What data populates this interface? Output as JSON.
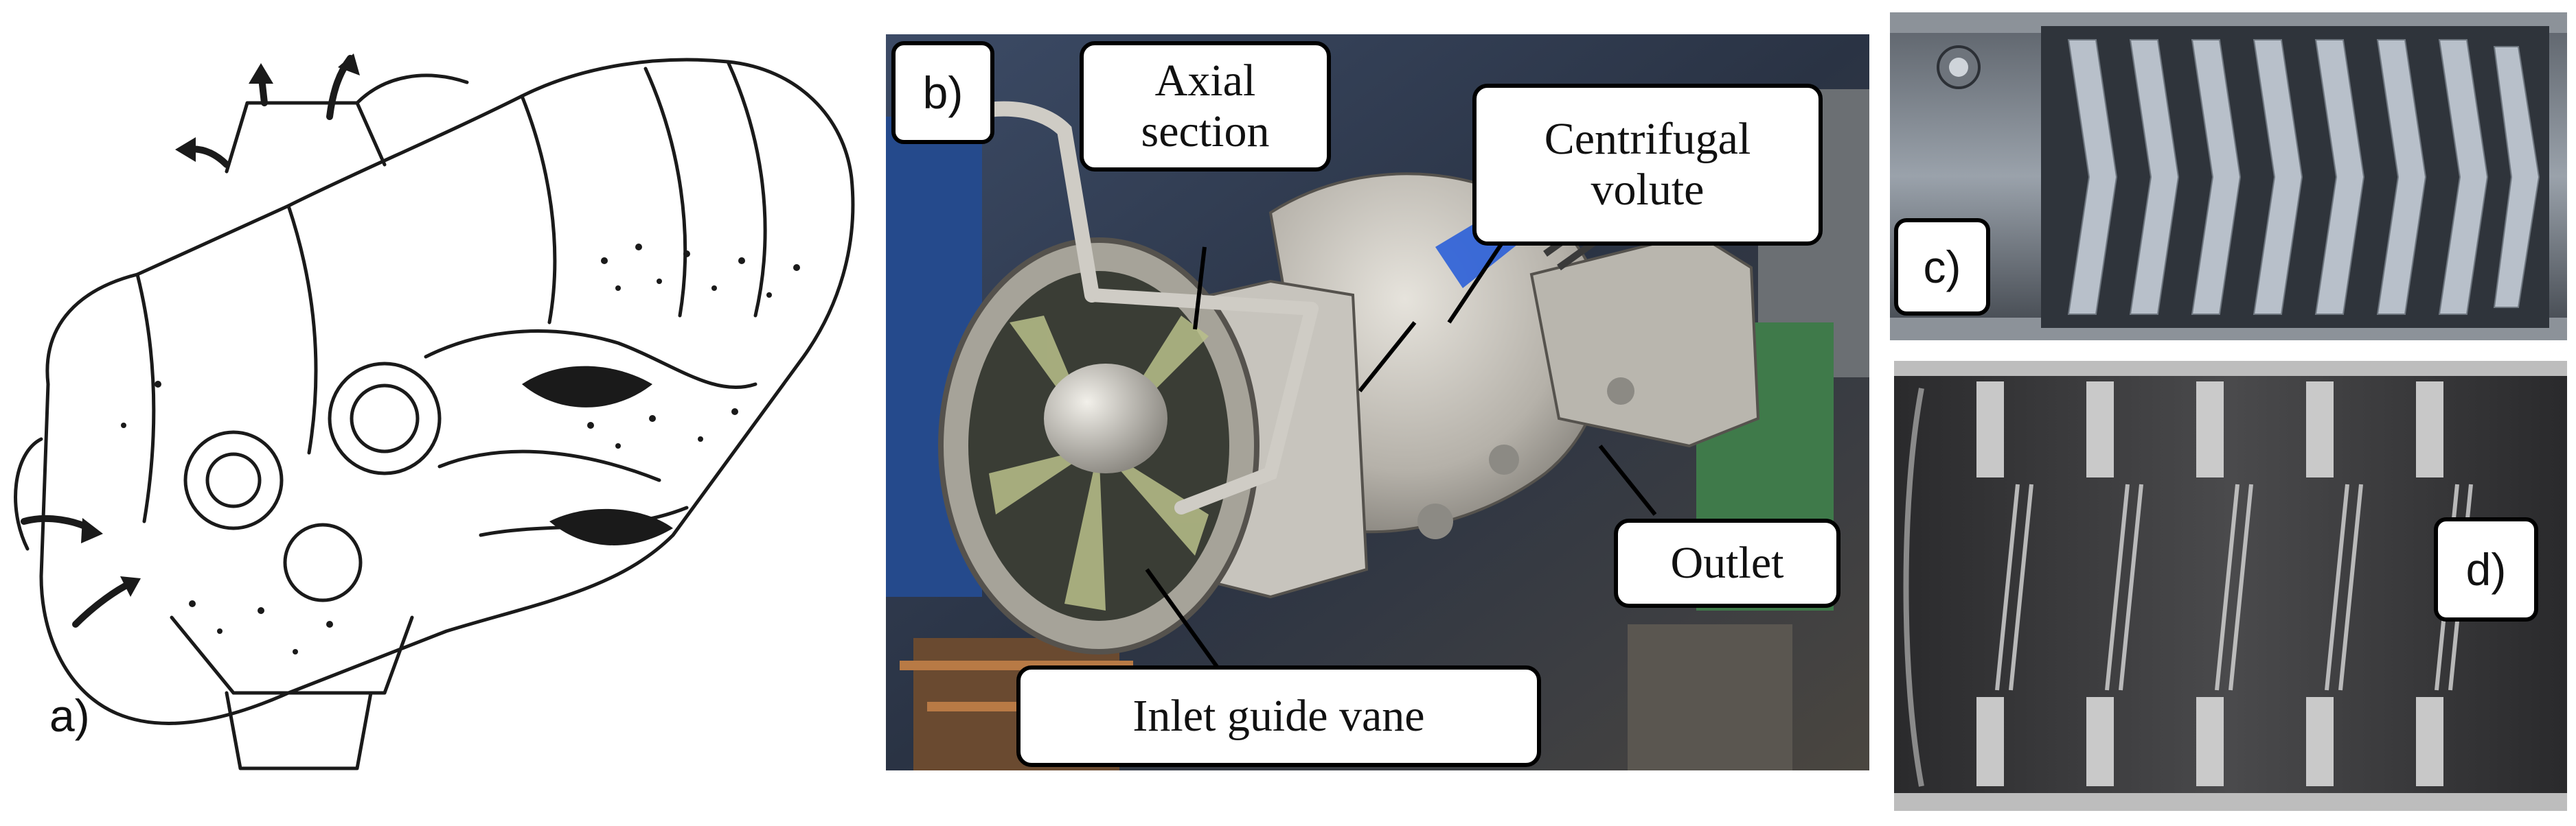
{
  "panels": {
    "a": {
      "label": "a)"
    },
    "b": {
      "label": "b)"
    },
    "c": {
      "label": "c)"
    },
    "d": {
      "label": "d)"
    }
  },
  "callouts": {
    "axial_section": [
      "Axial",
      "section"
    ],
    "centrifugal_volute": [
      "Centrifugal",
      "volute"
    ],
    "outlet": "Outlet",
    "inlet_guide_vane": "Inlet guide vane"
  },
  "colors": {
    "engine_ink": "#1a1a1a",
    "metal_light": "#c9c6bf",
    "metal_dark": "#7d7a74",
    "blue_mesh": "#2b5fd8",
    "blade_steel": "#a9b3bf",
    "lab_blue": "#254a8c",
    "lab_green": "#3f7a4a"
  },
  "icons": [
    "turbine-engine-cutaway-illustration",
    "compressor-test-rig-photo",
    "compressor-casing-photo",
    "rotor-blades-photo"
  ]
}
